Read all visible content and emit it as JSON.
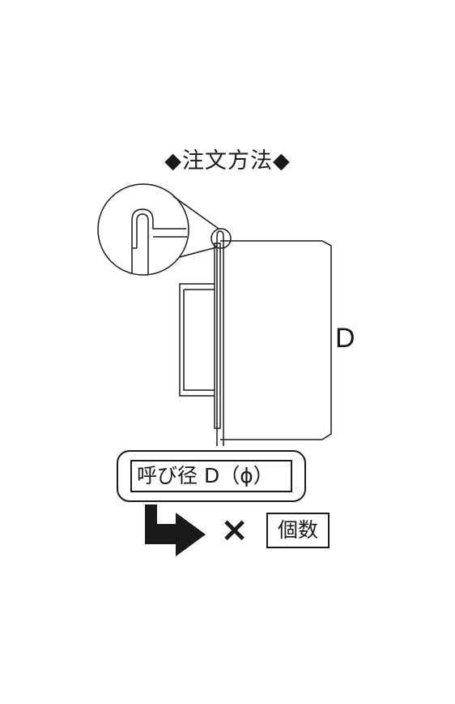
{
  "heading": {
    "diamond_left": "◆",
    "text": "注文方法",
    "diamond_right": "◆"
  },
  "dimension_label": "D",
  "order_fields": {
    "size": "呼び径 D（ϕ）",
    "multiply_sign": "×",
    "quantity": "個数"
  }
}
